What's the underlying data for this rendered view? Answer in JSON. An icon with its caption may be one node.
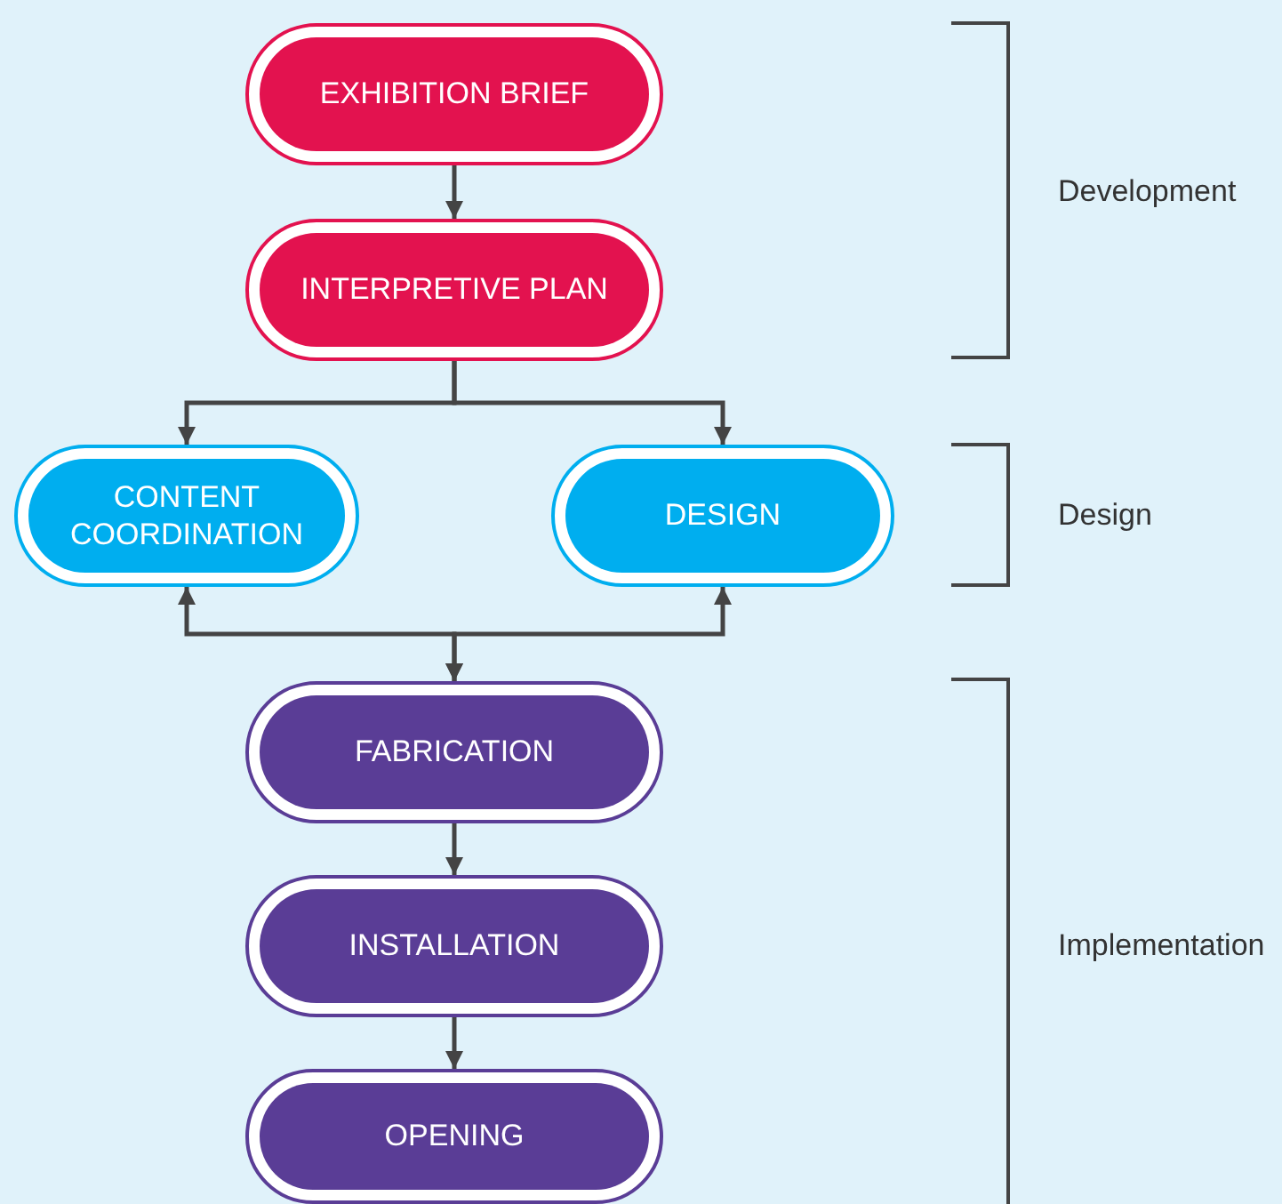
{
  "diagram": {
    "nodes": [
      {
        "text": [
          "EXHIBITION BRIEF"
        ]
      },
      {
        "text": [
          "INTERPRETIVE PLAN"
        ]
      },
      {
        "text": [
          "CONTENT COORDINATION"
        ]
      },
      {
        "text": [
          "DESIGN"
        ]
      },
      {
        "text": [
          "FABRICATION"
        ]
      },
      {
        "text": [
          "INSTALLATION"
        ]
      },
      {
        "text": [
          "OPENING"
        ]
      }
    ],
    "edges": [
      {
        "from": 0,
        "to": 1,
        "arrow": "to"
      },
      {
        "from": 1,
        "to": 2,
        "arrow": "to"
      },
      {
        "from": 1,
        "to": 3,
        "arrow": "to"
      },
      {
        "from": 2,
        "to": 4,
        "arrow": "both"
      },
      {
        "from": 3,
        "to": 4,
        "arrow": "both"
      },
      {
        "from": 4,
        "to": 5,
        "arrow": "to"
      },
      {
        "from": 5,
        "to": 6,
        "arrow": "to"
      }
    ],
    "labels": [
      "Development",
      "Design",
      "Implementation"
    ]
  }
}
